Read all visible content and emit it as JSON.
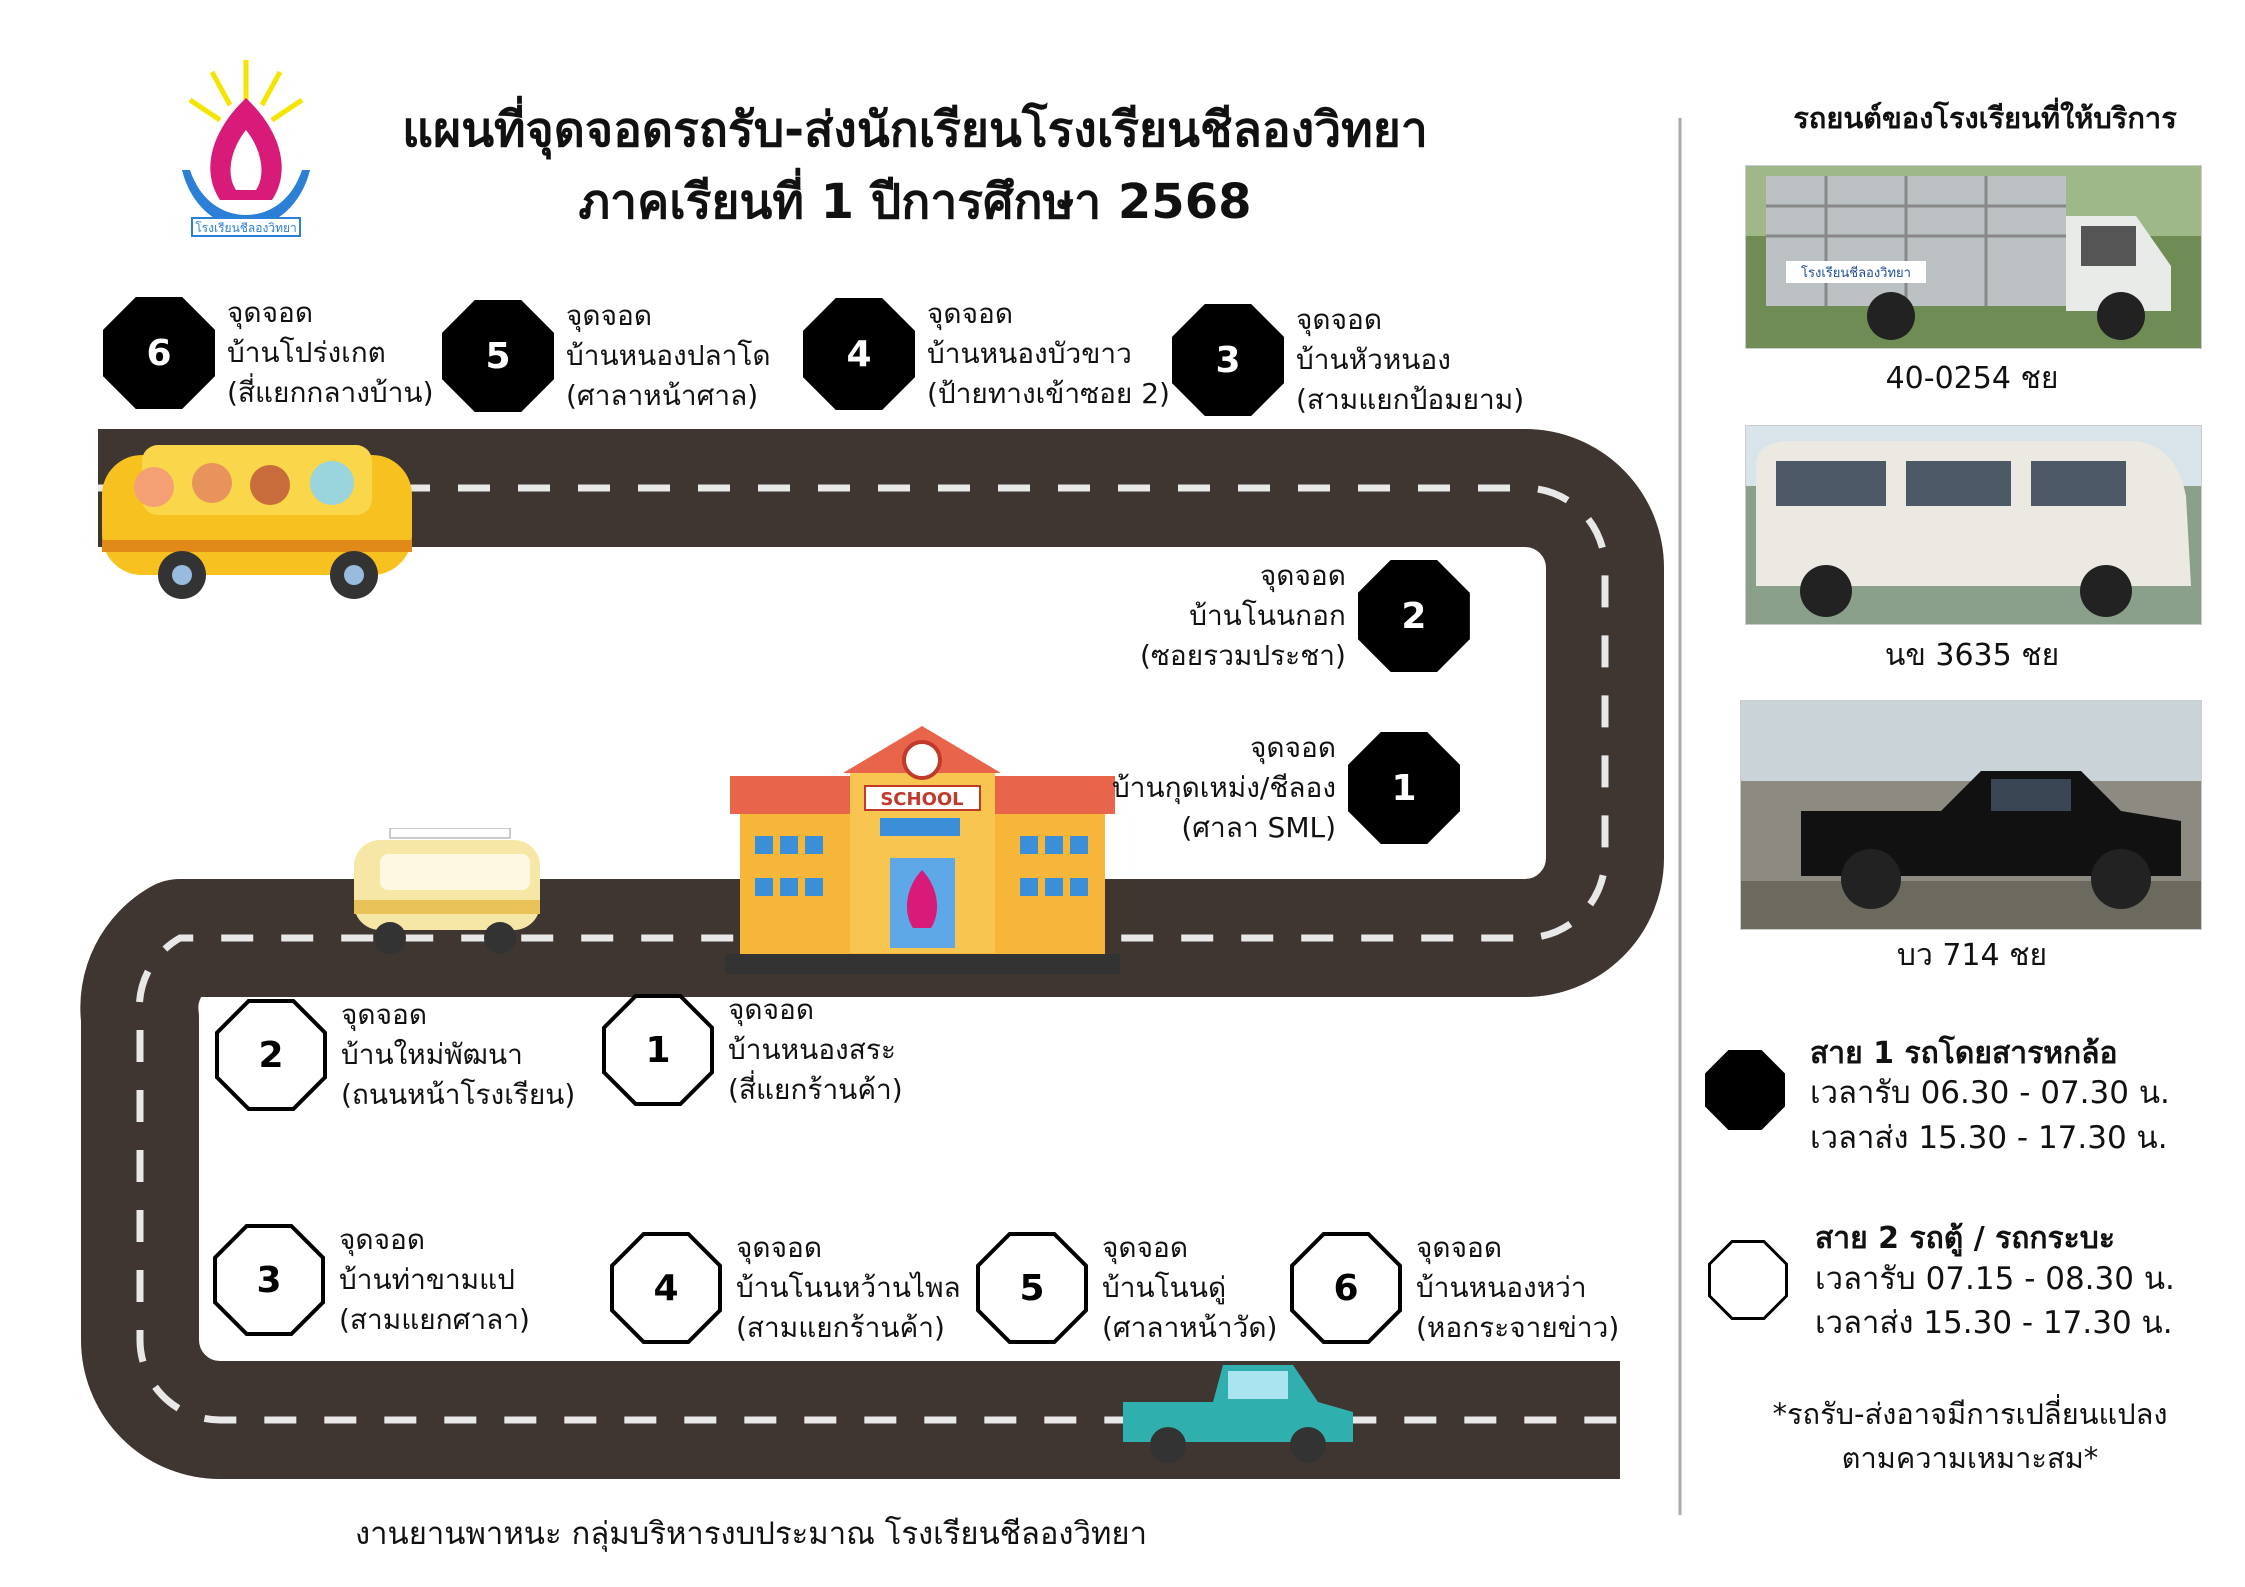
{
  "header": {
    "title_line1": "แผนที่จุดจอดรถรับ-ส่งนักเรียนโรงเรียนชีลองวิทยา",
    "title_line2": "ภาคเรียนที่ 1 ปีการศึกษา 2568",
    "logo_text": "โรงเรียนชีลองวิทยา"
  },
  "school_sign": "SCHOOL",
  "stops_label": "จุดจอด",
  "route1_stops": [
    {
      "num": "1",
      "place": "บ้านกุดเหม่ง/ชีลอง",
      "note": "(ศาลา SML)"
    },
    {
      "num": "2",
      "place": "บ้านโนนกอก",
      "note": "(ซอยรวมประชา)"
    },
    {
      "num": "3",
      "place": "บ้านหัวหนอง",
      "note": "(สามแยกป้อมยาม)"
    },
    {
      "num": "4",
      "place": "บ้านหนองบัวขาว",
      "note": "(ป้ายทางเข้าซอย 2)"
    },
    {
      "num": "5",
      "place": "บ้านหนองปลาโด",
      "note": "(ศาลาหน้าศาล)"
    },
    {
      "num": "6",
      "place": "บ้านโปร่งเกต",
      "note": "(สี่แยกกลางบ้าน)"
    }
  ],
  "route2_stops": [
    {
      "num": "1",
      "place": "บ้านหนองสระ",
      "note": "(สี่แยกร้านค้า)"
    },
    {
      "num": "2",
      "place": "บ้านใหม่พัฒนา",
      "note": "(ถนนหน้าโรงเรียน)"
    },
    {
      "num": "3",
      "place": "บ้านท่าขามแป",
      "note": "(สามแยกศาลา)"
    },
    {
      "num": "4",
      "place": "บ้านโนนหว้านไพล",
      "note": "(สามแยกร้านค้า)"
    },
    {
      "num": "5",
      "place": "บ้านโนนดู่",
      "note": "(ศาลาหน้าวัด)"
    },
    {
      "num": "6",
      "place": "บ้านหนองหว่า",
      "note": "(หอกระจายข่าว)"
    }
  ],
  "footer": "งานยานพาหนะ กลุ่มบริหารงบประมาณ โรงเรียนชีลองวิทยา",
  "sidebar": {
    "title": "รถยนต์ของโรงเรียนที่ให้บริการ",
    "vehicles": [
      {
        "plate": "40-0254 ชย",
        "icon": "songthaew-truck-photo",
        "door_text": "โรงเรียนชีลองวิทยา"
      },
      {
        "plate": "นข 3635 ชย",
        "icon": "van-photo"
      },
      {
        "plate": "บว 714 ชย",
        "icon": "pickup-truck-photo"
      }
    ],
    "legend": [
      {
        "title": "สาย 1 รถโดยสารหกล้อ",
        "pickup": "เวลารับ 06.30 - 07.30 น.",
        "dropoff": "เวลาส่ง 15.30 - 17.30 น.",
        "style": "filled"
      },
      {
        "title": "สาย 2 รถตู้ / รถกระบะ",
        "pickup": "เวลารับ 07.15 - 08.30 น.",
        "dropoff": "เวลาส่ง 15.30 - 17.30 น.",
        "style": "outline"
      }
    ],
    "note_line1": "*รถรับ-ส่งอาจมีการเปลี่ยนแปลง",
    "note_line2": "ตามความเหมาะสม*"
  },
  "colors": {
    "road": "#3f3531",
    "dash": "#e8e8e8",
    "stop_fill": "#000000"
  }
}
